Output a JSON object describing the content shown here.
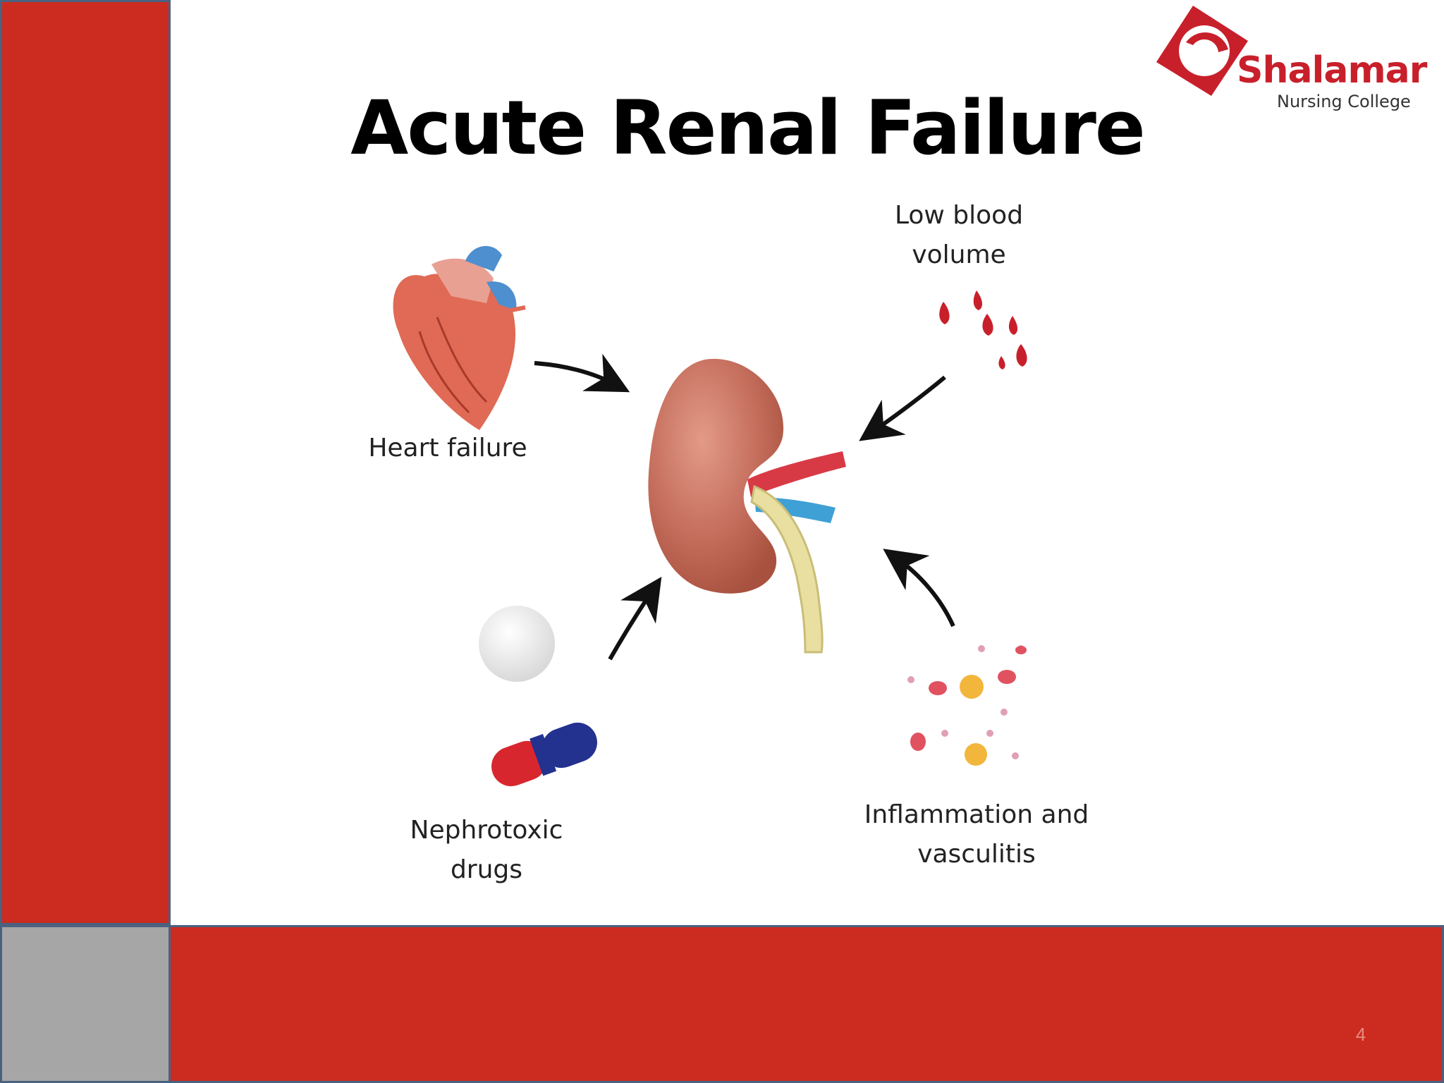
{
  "slide": {
    "title": "Acute Renal Failure",
    "page_number": "4"
  },
  "logo": {
    "name": "Shalamar",
    "subtitle": "Nursing College"
  },
  "diagram": {
    "center": "kidney-icon",
    "causes": [
      {
        "label_line1": "Heart failure",
        "label_line2": "",
        "icon": "heart-icon"
      },
      {
        "label_line1": "Low blood",
        "label_line2": "volume",
        "icon": "blood-drops-icon"
      },
      {
        "label_line1": "Nephrotoxic",
        "label_line2": "drugs",
        "icon": "pills-icon"
      },
      {
        "label_line1": "Inflammation and",
        "label_line2": "vasculitis",
        "icon": "inflammation-cells-icon"
      }
    ]
  },
  "colors": {
    "accent_red": "#cc2b1f",
    "border_blue": "#4a6280",
    "corner_gray": "#a6a6a6",
    "logo_red": "#c8202b"
  }
}
